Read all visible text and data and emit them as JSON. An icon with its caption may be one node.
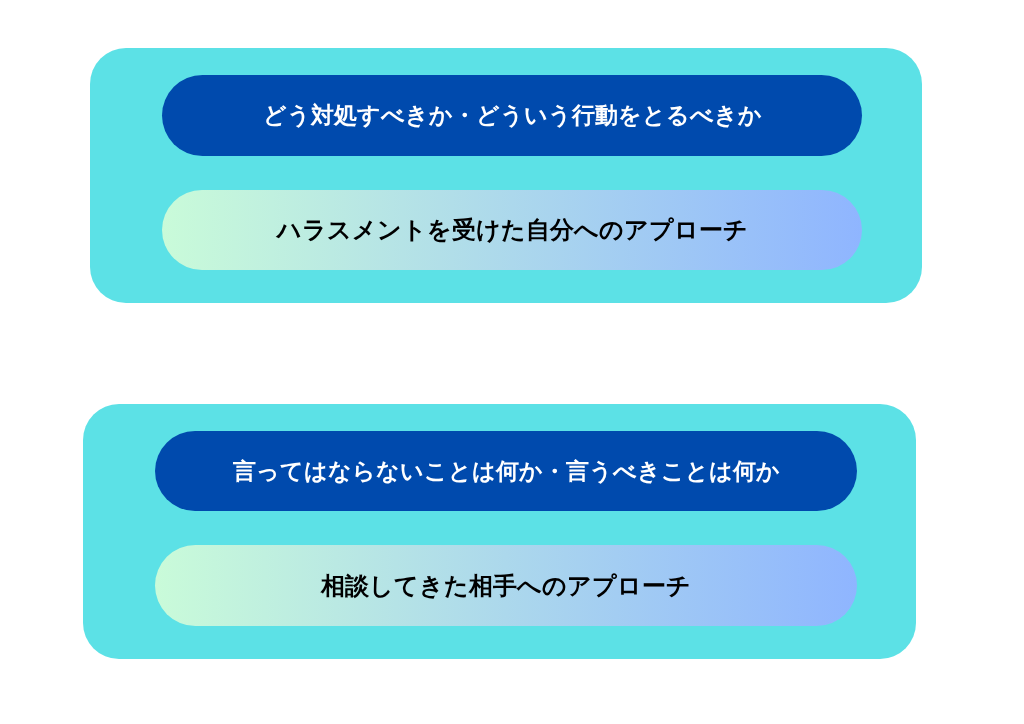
{
  "diagram": {
    "nodes": [
      {
        "text": [],
        "shape": "box"
      },
      {
        "text": [
          "どう対処すべきか・どういう行動をとるべきか"
        ],
        "in": 0
      },
      {
        "text": [
          "ハラスメントを受けた自分へのアプローチ"
        ],
        "in": 0
      },
      {
        "text": [],
        "shape": "box"
      },
      {
        "text": [
          "言ってはならないことは何か・言うべきことは何か"
        ],
        "in": 3
      },
      {
        "text": [
          "相談してきた相手へのアプローチ"
        ],
        "in": 3
      }
    ]
  }
}
